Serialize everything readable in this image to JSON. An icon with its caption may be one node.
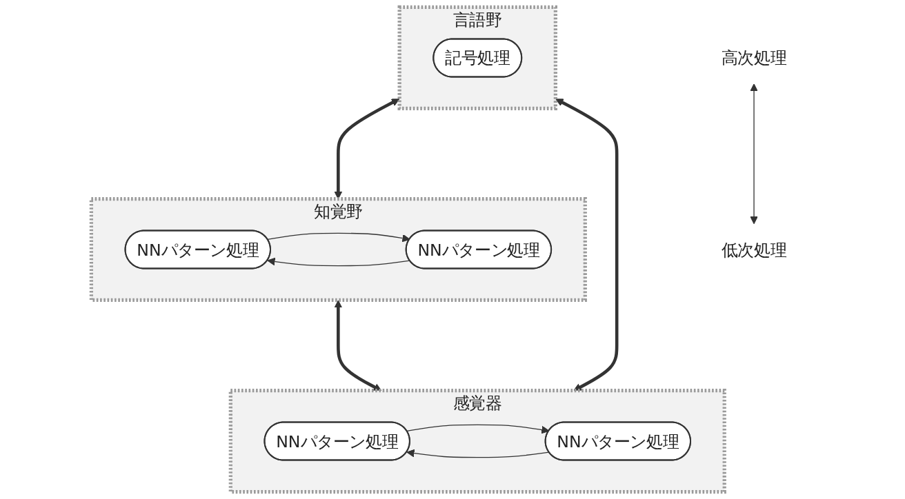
{
  "diagram": {
    "nodes": [
      {
        "text": [
          "言語野"
        ]
      },
      {
        "text": [
          "記号処理"
        ],
        "in": 0
      },
      {
        "text": [
          "知覚野"
        ]
      },
      {
        "text": [
          "NNパターン処理"
        ],
        "in": 2
      },
      {
        "text": [
          "NNパターン処理"
        ],
        "in": 2
      },
      {
        "text": [
          "感覚器"
        ]
      },
      {
        "text": [
          "NNパターン処理"
        ],
        "in": 5
      },
      {
        "text": [
          "NNパターン処理"
        ],
        "in": 5
      },
      {
        "text": [
          "高次処理"
        ]
      },
      {
        "text": [
          "低次処理"
        ]
      }
    ],
    "edges": [
      {
        "from": 0,
        "to": 2,
        "arrow": "both",
        "style": "thick"
      },
      {
        "from": 2,
        "to": 5,
        "arrow": "both",
        "style": "thick"
      },
      {
        "from": 3,
        "to": 4,
        "arrow": "to"
      },
      {
        "from": 4,
        "to": 3,
        "arrow": "to"
      },
      {
        "from": 6,
        "to": 7,
        "arrow": "to"
      },
      {
        "from": 7,
        "to": 6,
        "arrow": "to"
      },
      {
        "from": 0,
        "to": 5,
        "arrow": "both",
        "style": "thick"
      },
      {
        "from": 8,
        "to": 9,
        "arrow": "both"
      }
    ]
  }
}
